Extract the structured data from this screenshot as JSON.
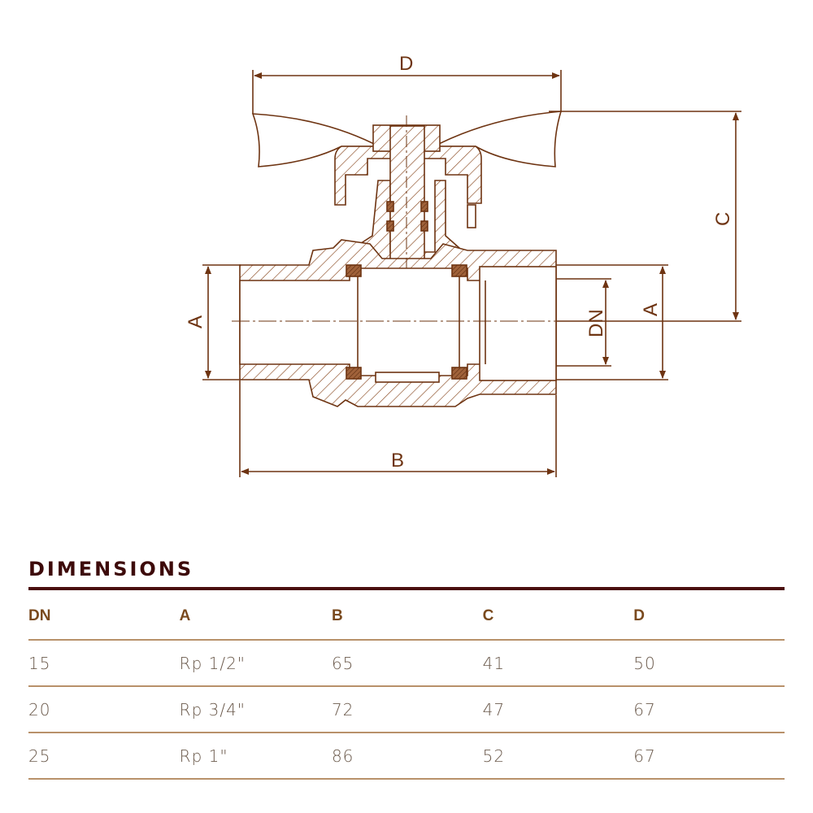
{
  "drawing": {
    "labels": {
      "d": "D",
      "c": "C",
      "a_left": "A",
      "a_right": "A",
      "dn": "DN",
      "b": "B"
    },
    "line_color": "#6e3412"
  },
  "table": {
    "title": "DIMENSIONS",
    "headers": [
      "DN",
      "A",
      "B",
      "C",
      "D"
    ],
    "rows": [
      [
        "15",
        "Rp 1/2\"",
        "65",
        "41",
        "50"
      ],
      [
        "20",
        "Rp 3/4\"",
        "72",
        "47",
        "67"
      ],
      [
        "25",
        "Rp 1\"",
        "86",
        "52",
        "67"
      ]
    ]
  }
}
